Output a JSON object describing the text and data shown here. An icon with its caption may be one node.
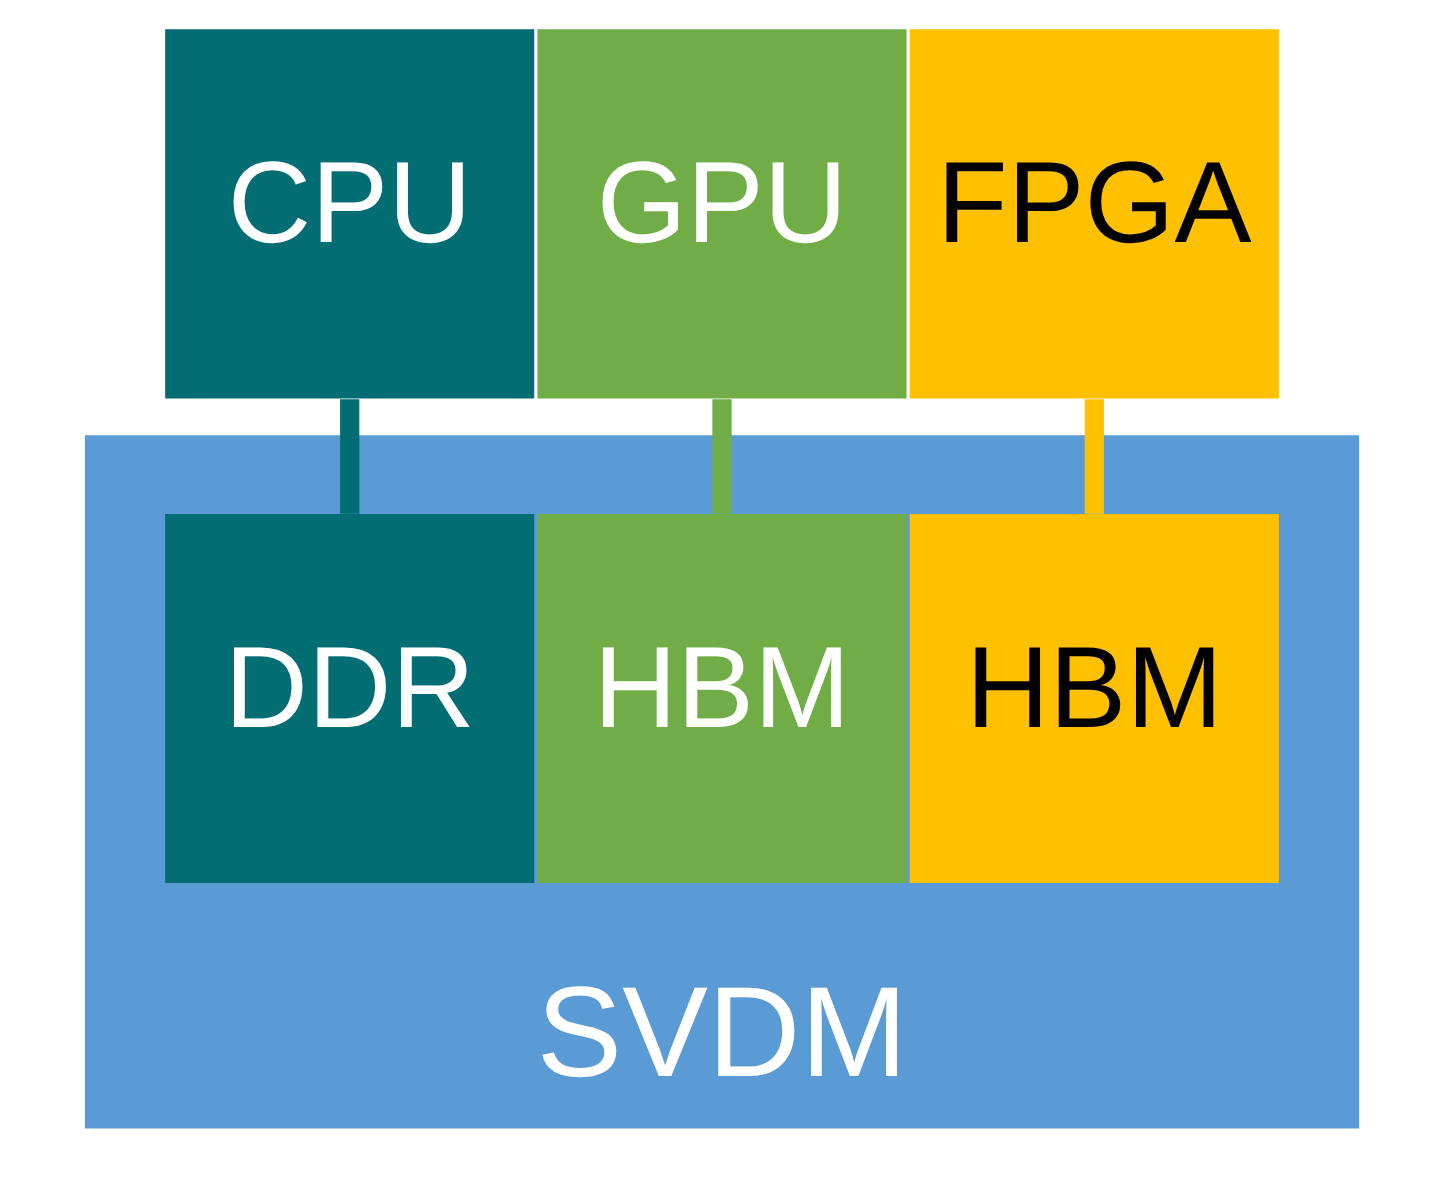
{
  "diagram": {
    "nodes": [
      {
        "text": [
          "CPU"
        ]
      },
      {
        "text": [
          "GPU"
        ]
      },
      {
        "text": [
          "FPGA"
        ]
      },
      {
        "text": [
          "SVDM"
        ]
      },
      {
        "text": [
          "DDR"
        ],
        "in": 3
      },
      {
        "text": [
          "HBM"
        ],
        "in": 3
      },
      {
        "text": [
          "HBM"
        ],
        "in": 3
      }
    ],
    "edges": [
      {
        "from": 0,
        "to": 4,
        "arrow": "none",
        "color": "#036d74"
      },
      {
        "from": 1,
        "to": 5,
        "arrow": "none",
        "color": "#70ad47"
      },
      {
        "from": 2,
        "to": 6,
        "arrow": "none",
        "color": "#ffc000"
      }
    ]
  }
}
